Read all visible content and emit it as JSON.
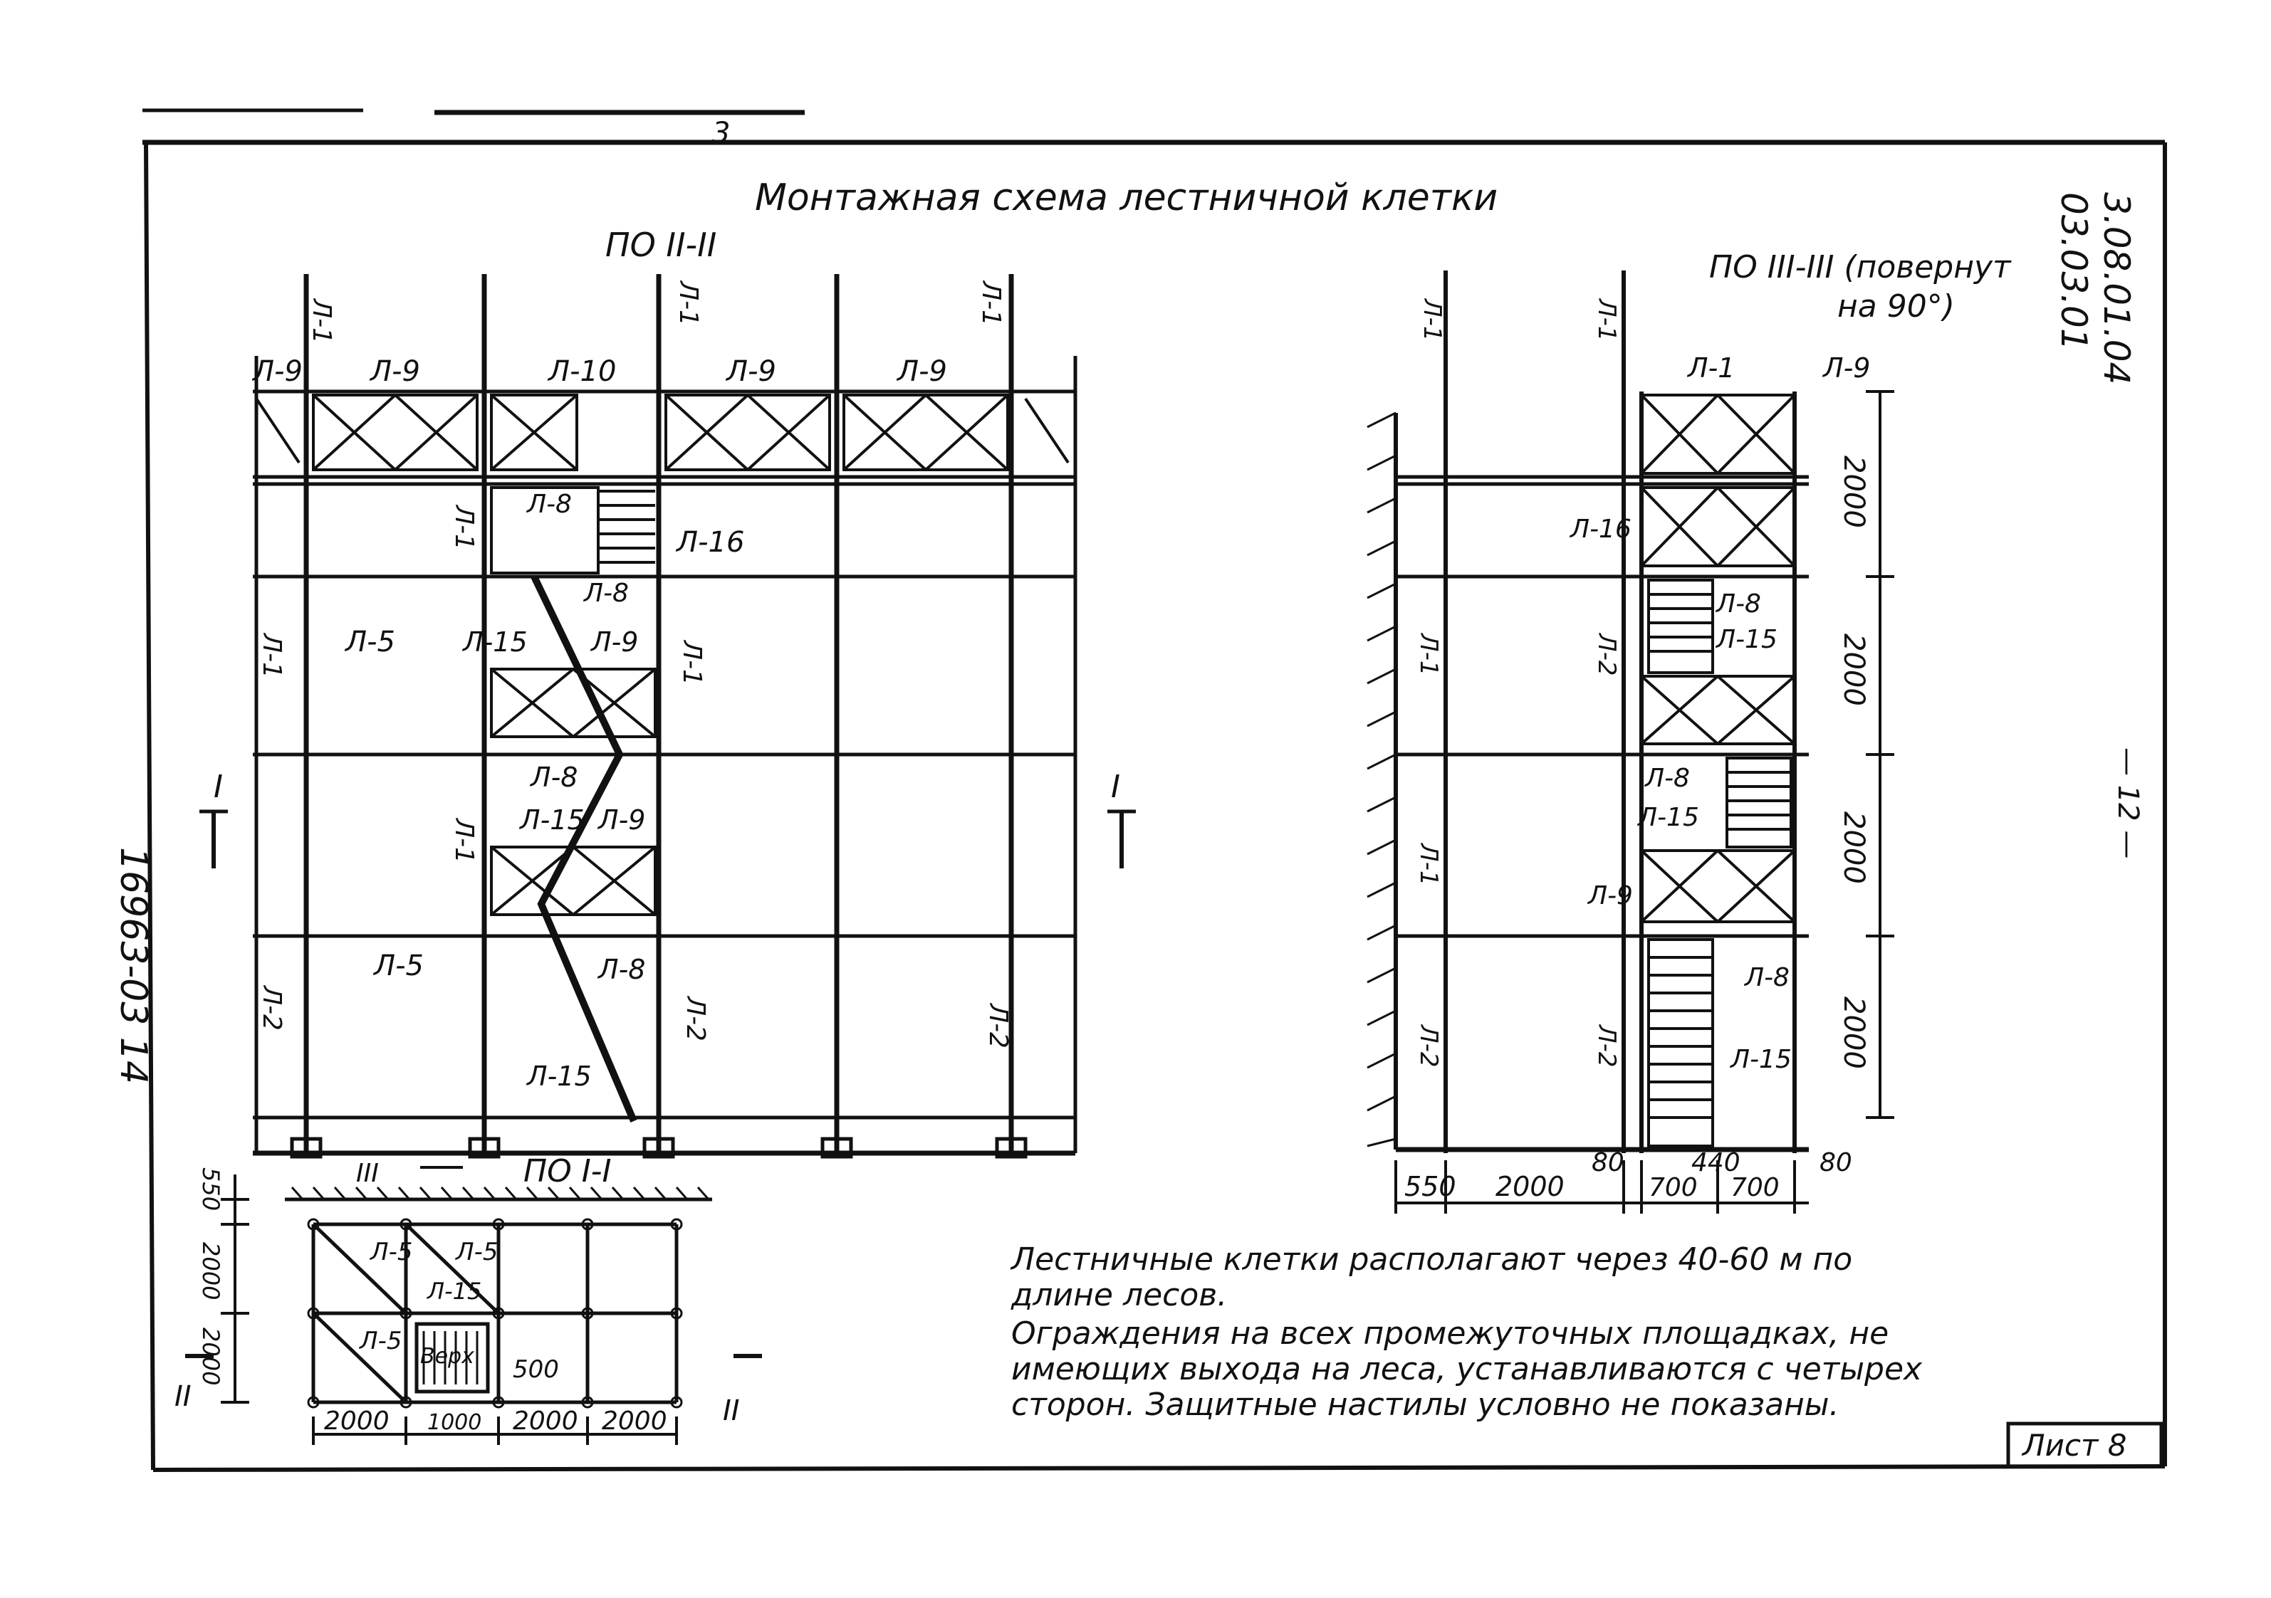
{
  "drawing": {
    "title": "Монтажная схема лестничной клетки",
    "code_lines": [
      "3.08.01.04",
      "03.03.01"
    ],
    "side_code": "16963-03  14",
    "sheet_label": "Лист 8",
    "page_mark": "— 12 —",
    "top_scribble": "3"
  },
  "views": {
    "front_view_title": "ПО II-II",
    "side_view_title_1": "ПО III-III (повернут",
    "side_view_title_2": "на 90°)",
    "plan_title": "ПО I-I",
    "section_marks": [
      "I",
      "I",
      "II",
      "II",
      "III"
    ]
  },
  "front_view": {
    "top_labels": [
      "Л-9",
      "Л-9",
      "Л-10",
      "Л-9",
      "Л-9"
    ],
    "post_labels": [
      "Л-1",
      "Л-1",
      "Л-1",
      "Л-1",
      "Л-1",
      "Л-2",
      "Л-2",
      "Л-2",
      "Л-1",
      "Л-1"
    ],
    "element_labels": [
      "Л-8",
      "Л-16",
      "Л-8",
      "Л-5",
      "Л-15",
      "Л-9",
      "Л-8",
      "Л-15",
      "Л-9",
      "Л-5",
      "Л-8",
      "Л-15"
    ]
  },
  "side_view": {
    "labels": [
      "Л-1",
      "Л-9",
      "Л-16",
      "Л-8",
      "Л-15",
      "Л-8",
      "Л-15",
      "Л-9",
      "Л-8",
      "Л-15",
      "Л-1",
      "Л-1",
      "Л-1",
      "Л-1",
      "Л-2",
      "Л-2",
      "Л-2"
    ],
    "heights": [
      "2000",
      "2000",
      "2000",
      "2000"
    ],
    "bottom_dims": [
      "550",
      "2000",
      "80",
      "440",
      "700",
      "700",
      "80"
    ]
  },
  "plan": {
    "labels": [
      "Л-5",
      "Л-5",
      "Л-15",
      "Л-5",
      "Верх",
      "500"
    ],
    "dims_horizontal": [
      "2000",
      "1000",
      "2000",
      "2000"
    ],
    "dims_vertical": [
      "550",
      "2000",
      "2000"
    ]
  },
  "notes": [
    "Лестничные клетки располагают через 40-60 м по длине лесов.",
    "Ограждения на всех промежуточных площадках, не имеющих выхода на леса, устанавливаются с четырех сторон. Защитные настилы условно не показаны."
  ]
}
